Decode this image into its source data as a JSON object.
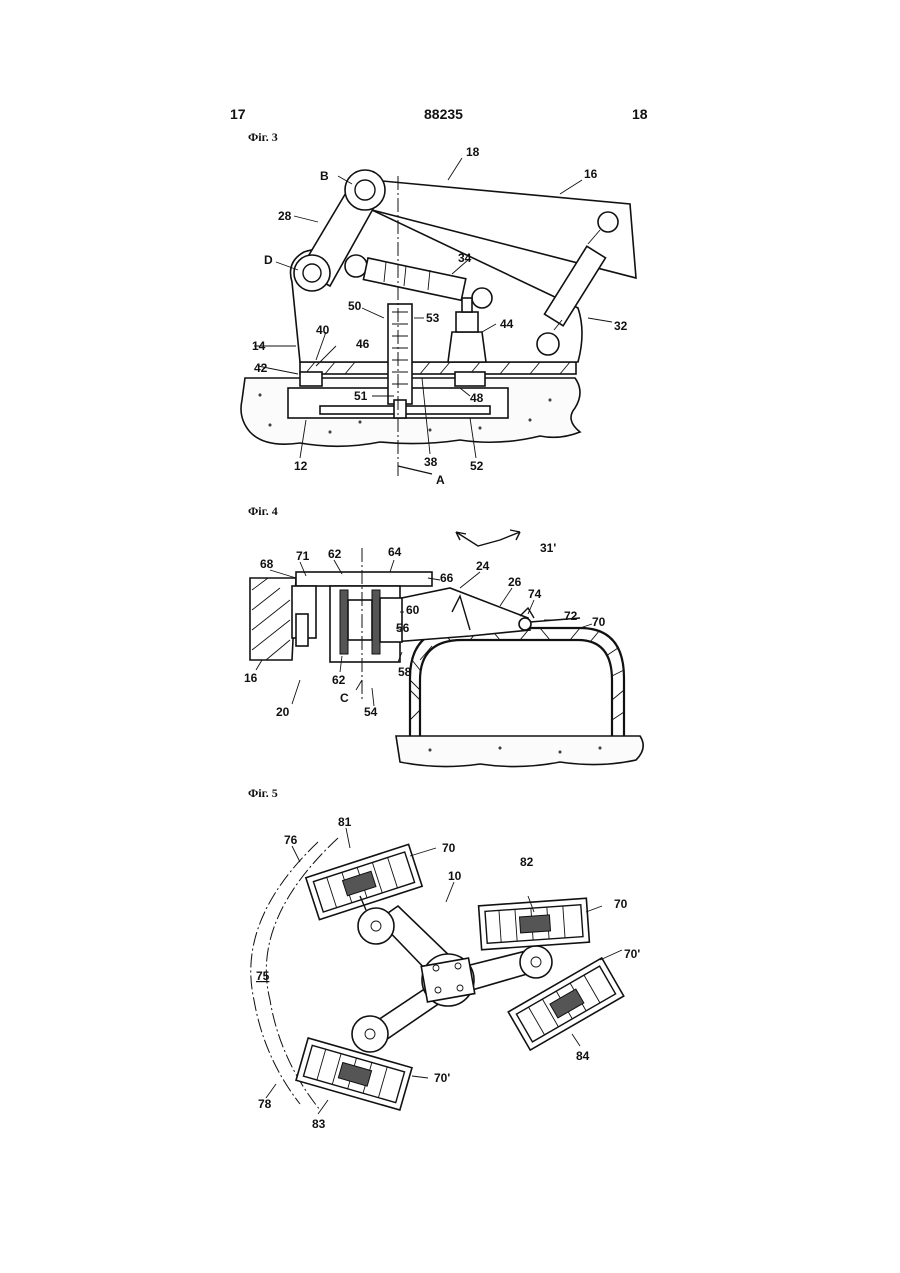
{
  "header": {
    "left_page": "17",
    "patent_number": "88235",
    "right_page": "18"
  },
  "figures": [
    {
      "caption": "Фіг. 3",
      "labels": [
        "18",
        "B",
        "16",
        "28",
        "D",
        "34",
        "32",
        "50",
        "53",
        "44",
        "40",
        "14",
        "46",
        "42",
        "51",
        "48",
        "12",
        "38",
        "52",
        "A"
      ]
    },
    {
      "caption": "Фіг. 4",
      "labels": [
        "31'",
        "68",
        "71",
        "62",
        "64",
        "66",
        "24",
        "26",
        "74",
        "72",
        "70",
        "60",
        "56",
        "58",
        "16",
        "62",
        "C",
        "20",
        "54"
      ]
    },
    {
      "caption": "Фіг. 5",
      "labels": [
        "81",
        "70",
        "76",
        "10",
        "82",
        "70",
        "70'",
        "75",
        "84",
        "70'",
        "78",
        "83"
      ]
    }
  ]
}
